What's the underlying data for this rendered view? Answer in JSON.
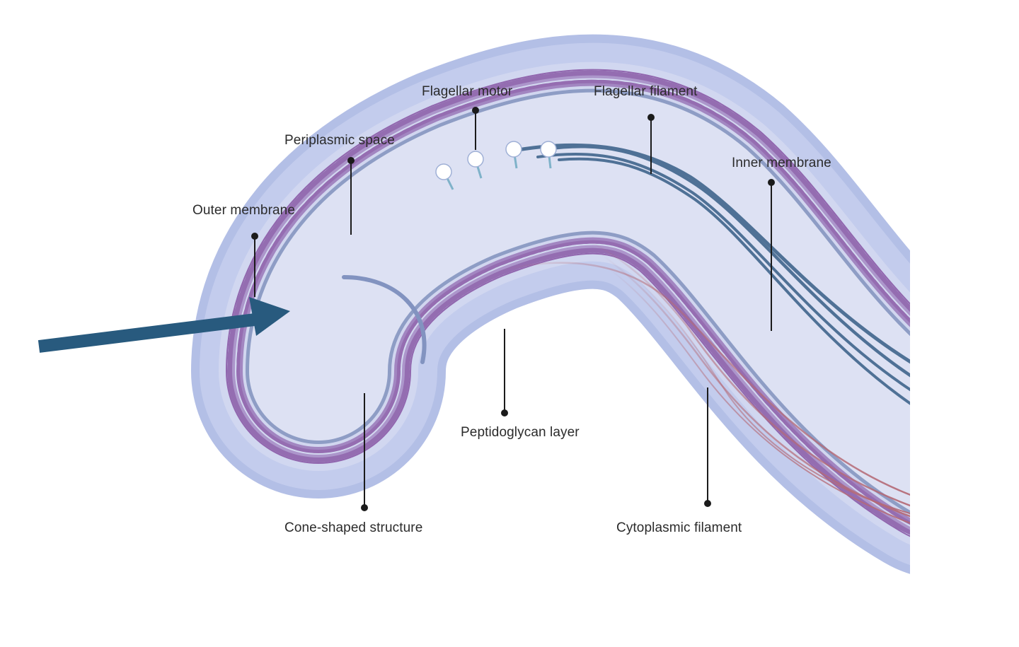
{
  "diagram": {
    "labels": {
      "flagellar_motor": "Flagellar motor",
      "flagellar_filament": "Flagellar filament",
      "periplasmic_space": "Periplasmic space",
      "inner_membrane": "Inner membrane",
      "outer_membrane": "Outer membrane",
      "peptidoglycan_layer": "Peptidoglycan layer",
      "cone_shaped_structure": "Cone-shaped structure",
      "cytoplasmic_filament": "Cytoplasmic filament"
    },
    "colors": {
      "outer_membrane": "#b6c1e6",
      "outer_membrane_edge": "#a4b1df",
      "periplasm": "#cfd6ef",
      "cytoplasm": "#dde1f3",
      "membrane_line": "#8b9bc4",
      "peptidoglycan": "#8a5aa6",
      "flagellar_filament": "#4f7196",
      "cytoplasmic_filament": "#b56a76",
      "pointer_arrow": "#285a7e",
      "leader_line": "#1b1b1b"
    }
  }
}
